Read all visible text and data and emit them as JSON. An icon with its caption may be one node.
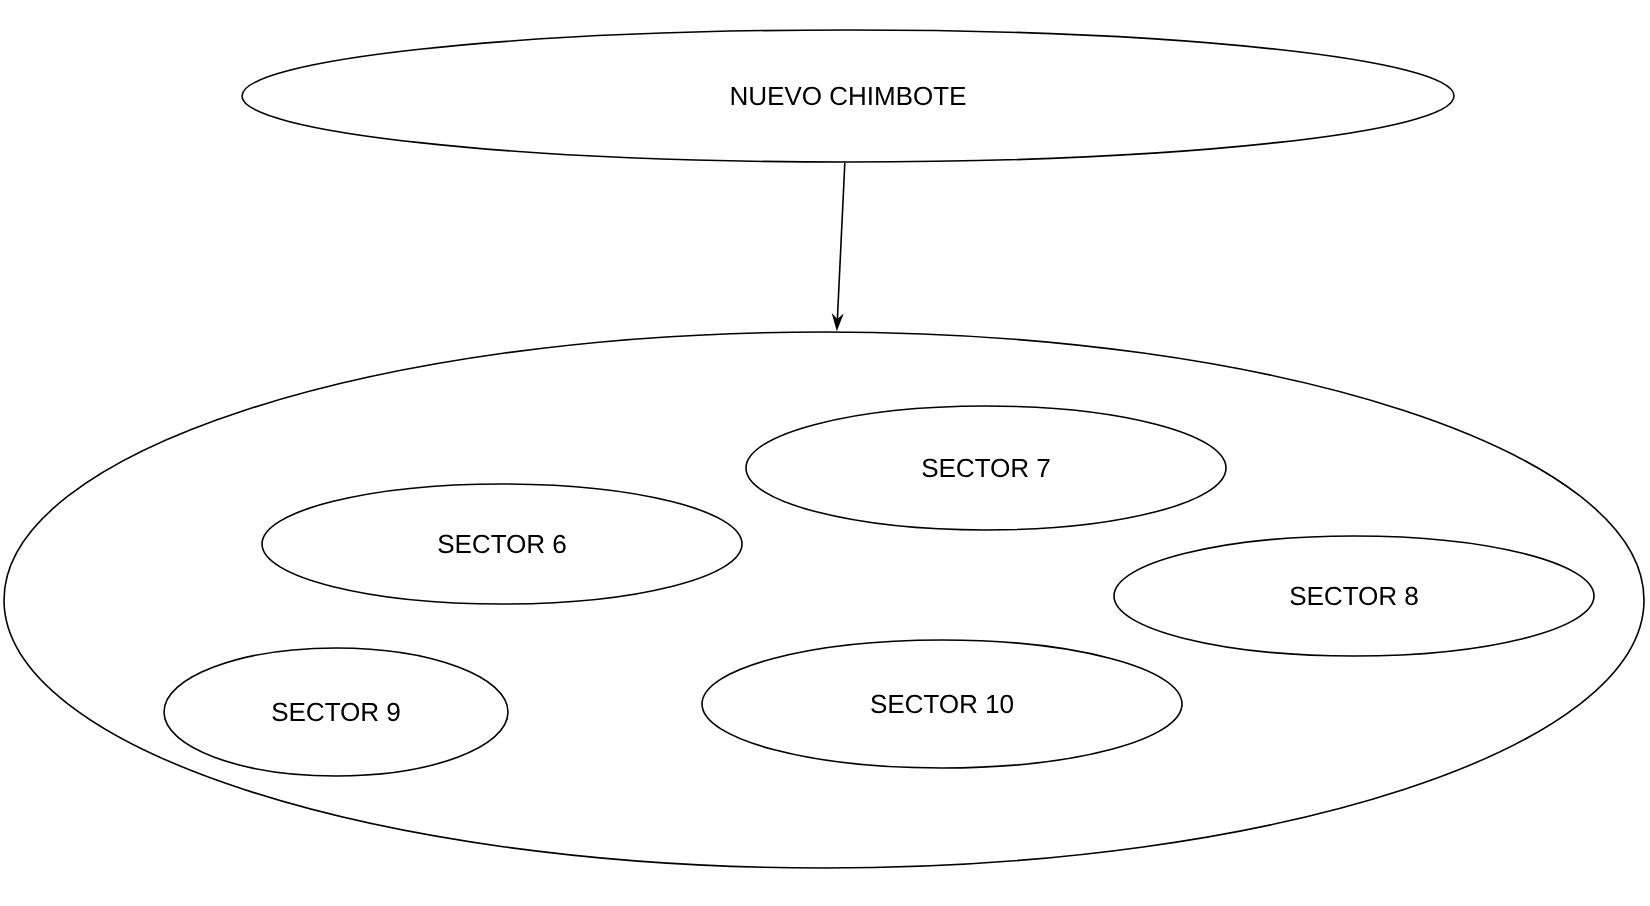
{
  "diagram": {
    "nodes": [
      {
        "text": [
          "NUEVO CHIMBOTE"
        ]
      },
      {
        "text": [],
        "shape": "ellipse"
      },
      {
        "text": [
          "SECTOR 7"
        ],
        "in": 1
      },
      {
        "text": [
          "SECTOR 6"
        ],
        "in": 1
      },
      {
        "text": [
          "SECTOR 8"
        ],
        "in": 1
      },
      {
        "text": [
          "SECTOR 9"
        ],
        "in": 1
      },
      {
        "text": [
          "SECTOR 10"
        ],
        "in": 1
      }
    ],
    "edges": [
      {
        "from": 0,
        "to": 1,
        "arrow": "to"
      }
    ]
  }
}
